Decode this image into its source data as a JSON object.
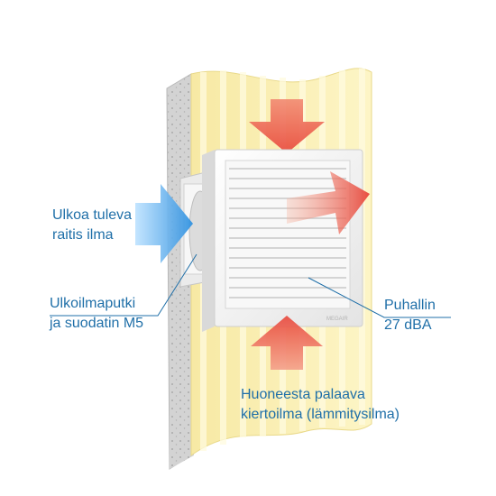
{
  "labels": {
    "outdoor_air": [
      "Ulkoa tuleva",
      "raitis ilma"
    ],
    "outdoor_duct": [
      "Ulkoilmaputki",
      "ja suodatin M5"
    ],
    "fan": [
      "Puhallin",
      "27 dBA"
    ],
    "room_return_air": [
      "Huoneesta palaava",
      "kiertoilma (lämmitysilma)"
    ]
  },
  "device_brand": "MEGAIR",
  "colors": {
    "label_text": "#1f6fa8",
    "wall_panel": "#fbf2b6",
    "wall_stripe": "#fff9d8",
    "concrete": "#cfcfcf",
    "warm_arrow": "#e8463a",
    "cold_arrow": "#2b8fe0",
    "unit_body": "#f4f4f4"
  }
}
